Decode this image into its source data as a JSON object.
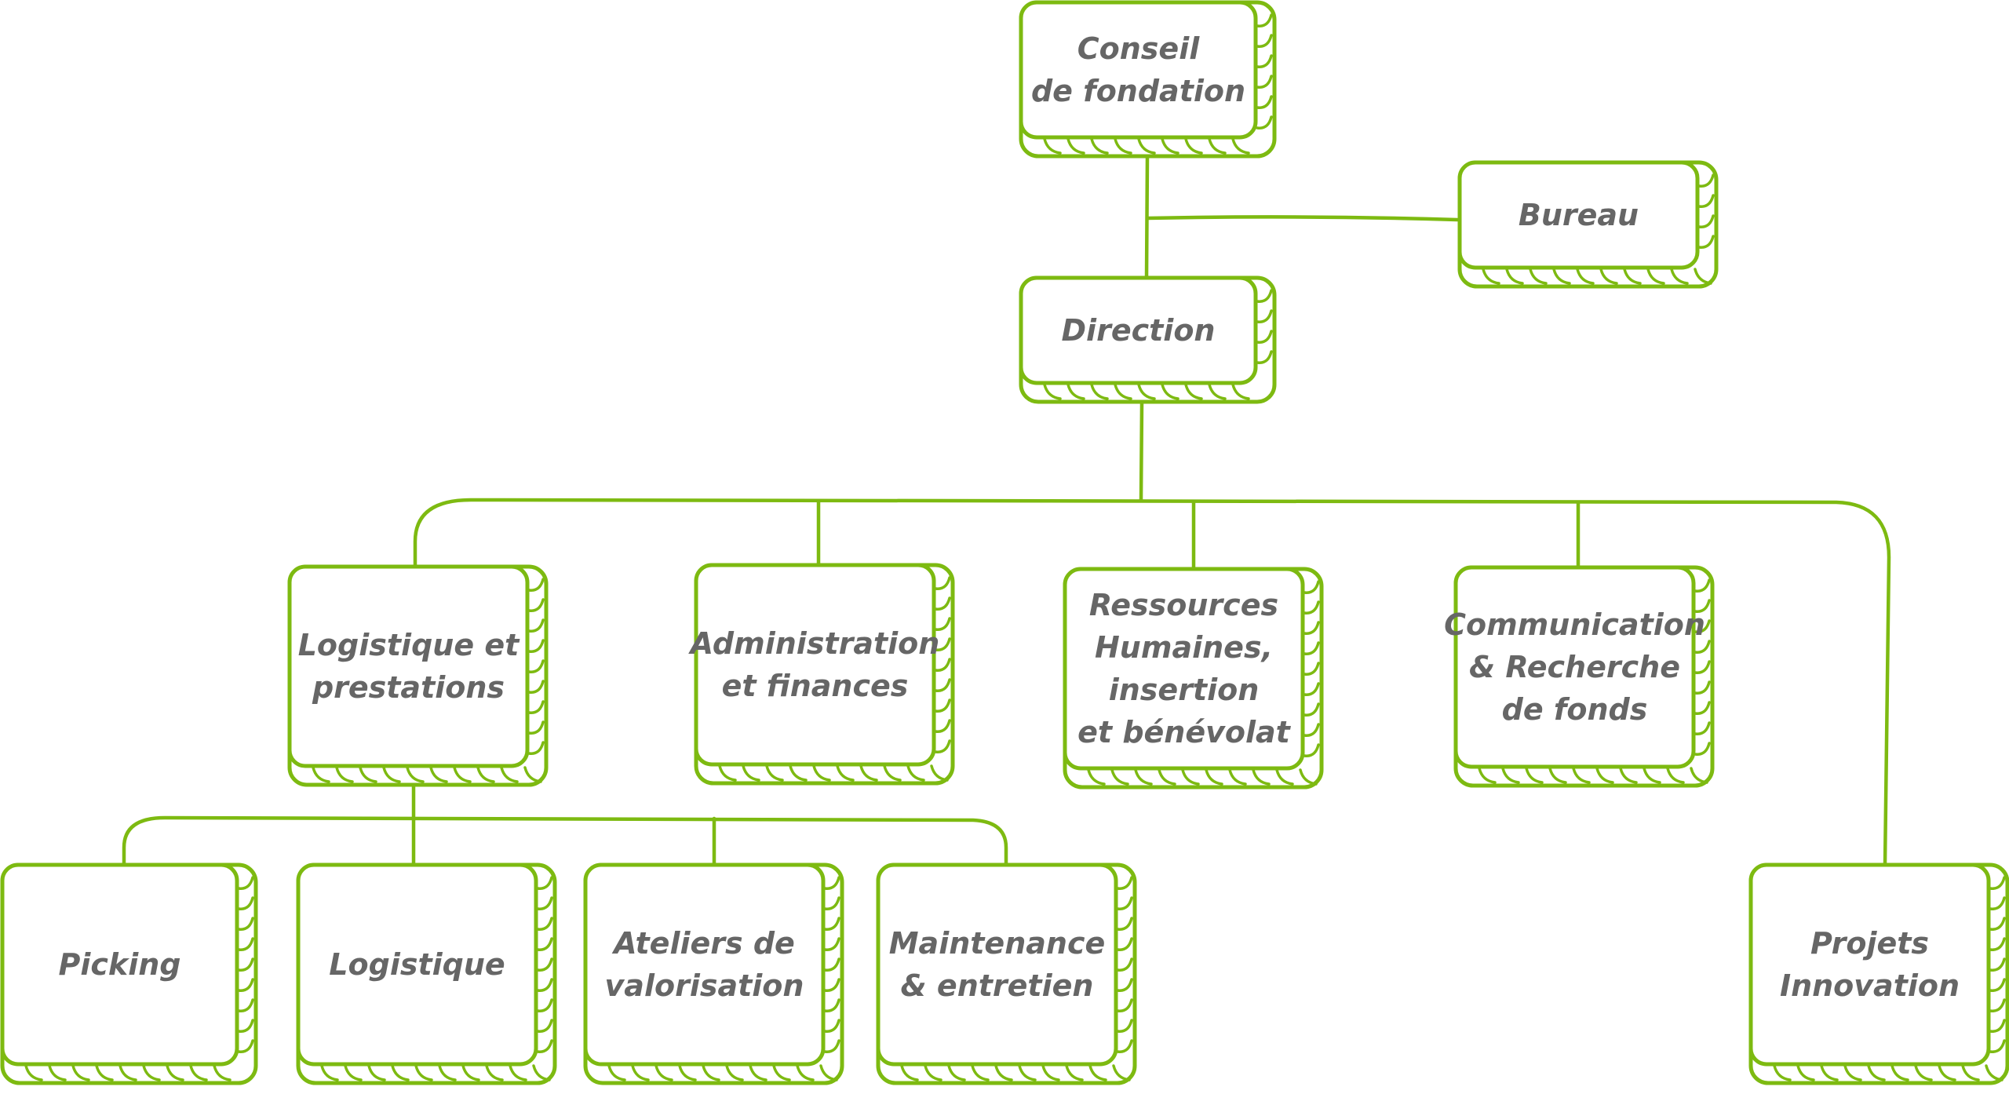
{
  "chart_title": "",
  "colors": {
    "accent": "#7dba11",
    "text": "#666666"
  },
  "nodes": [
    {
      "id": "conseil",
      "lines": [
        "Conseil",
        "de fondation"
      ]
    },
    {
      "id": "bureau",
      "lines": [
        "Bureau"
      ]
    },
    {
      "id": "direction",
      "lines": [
        "Direction"
      ]
    },
    {
      "id": "logistique-prestations",
      "lines": [
        "Logistique et",
        "prestations"
      ]
    },
    {
      "id": "administration",
      "lines": [
        "Administration",
        "et finances"
      ]
    },
    {
      "id": "ressources-humaines",
      "lines": [
        "Ressources",
        "Humaines,",
        "insertion",
        "et bénévolat"
      ]
    },
    {
      "id": "communication",
      "lines": [
        "Communication",
        "& Recherche",
        "de fonds"
      ]
    },
    {
      "id": "picking",
      "lines": [
        "Picking"
      ]
    },
    {
      "id": "logistique",
      "lines": [
        "Logistique"
      ]
    },
    {
      "id": "ateliers",
      "lines": [
        "Ateliers de",
        "valorisation"
      ]
    },
    {
      "id": "maintenance",
      "lines": [
        "Maintenance",
        "& entretien"
      ]
    },
    {
      "id": "projets",
      "lines": [
        "Projets",
        "Innovation"
      ]
    }
  ]
}
